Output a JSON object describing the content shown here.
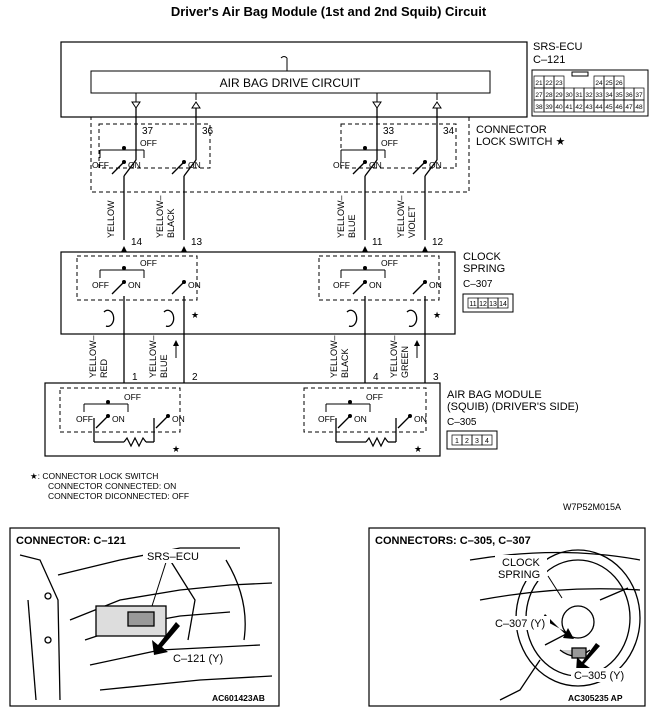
{
  "title": "Driver's Air Bag Module (1st and 2nd Squib) Circuit",
  "ecu": {
    "name": "SRS-ECU",
    "connector": "C–121",
    "circuit_label": "AIR BAG DRIVE CIRCUIT",
    "pin_rows": [
      [
        "21",
        "22",
        "23",
        "",
        "",
        "",
        "24",
        "25",
        "26"
      ],
      [
        "27",
        "28",
        "29",
        "30",
        "31",
        "32",
        "33",
        "34",
        "35",
        "36",
        "37"
      ],
      [
        "38",
        "39",
        "40",
        "41",
        "42",
        "43",
        "44",
        "45",
        "46",
        "47",
        "48"
      ]
    ]
  },
  "lock_switch": {
    "label_line1": "CONNECTOR",
    "label_line2": "LOCK SWITCH ★",
    "off": "OFF",
    "on": "ON",
    "pins": [
      "37",
      "36",
      "33",
      "34"
    ]
  },
  "wires_top": [
    "YELLOW",
    "YELLOW–BLACK",
    "YELLOW–BLUE",
    "YELLOW–VIOLET"
  ],
  "clock_spring": {
    "label_line1": "CLOCK",
    "label_line2": "SPRING",
    "connector": "C–307",
    "pins": [
      "14",
      "13",
      "11",
      "12"
    ],
    "pin_box": [
      "11",
      "12",
      "13",
      "14"
    ]
  },
  "wires_bottom": [
    "YELLOW–RED",
    "YELLOW–BLUE",
    "YELLOW–BLACK",
    "YELLOW–GREEN"
  ],
  "airbag_module": {
    "label_line1": "AIR BAG MODULE",
    "label_line2": "(SQUIB) (DRIVER'S SIDE)",
    "connector": "C–305",
    "pins": [
      "1",
      "2",
      "4",
      "3"
    ],
    "pin_box": [
      "1",
      "2",
      "3",
      "4"
    ]
  },
  "footnote": {
    "line1": "★: CONNECTOR LOCK SWITCH",
    "line2": "CONNECTOR CONNECTED: ON",
    "line3": "CONNECTOR DICONNECTED: OFF"
  },
  "diagram_code": "W7P52M015A",
  "panel_left": {
    "title": "CONNECTOR: C–121",
    "label_ecu": "SRS–ECU",
    "label_conn": "C–121 (Y)",
    "code": "AC601423AB"
  },
  "panel_right": {
    "title": "CONNECTORS: C–305, C–307",
    "label_cs1": "CLOCK",
    "label_cs2": "SPRING",
    "label_307": "C–307 (Y)",
    "label_305": "C–305 (Y)",
    "code": "AC305235 AP"
  }
}
